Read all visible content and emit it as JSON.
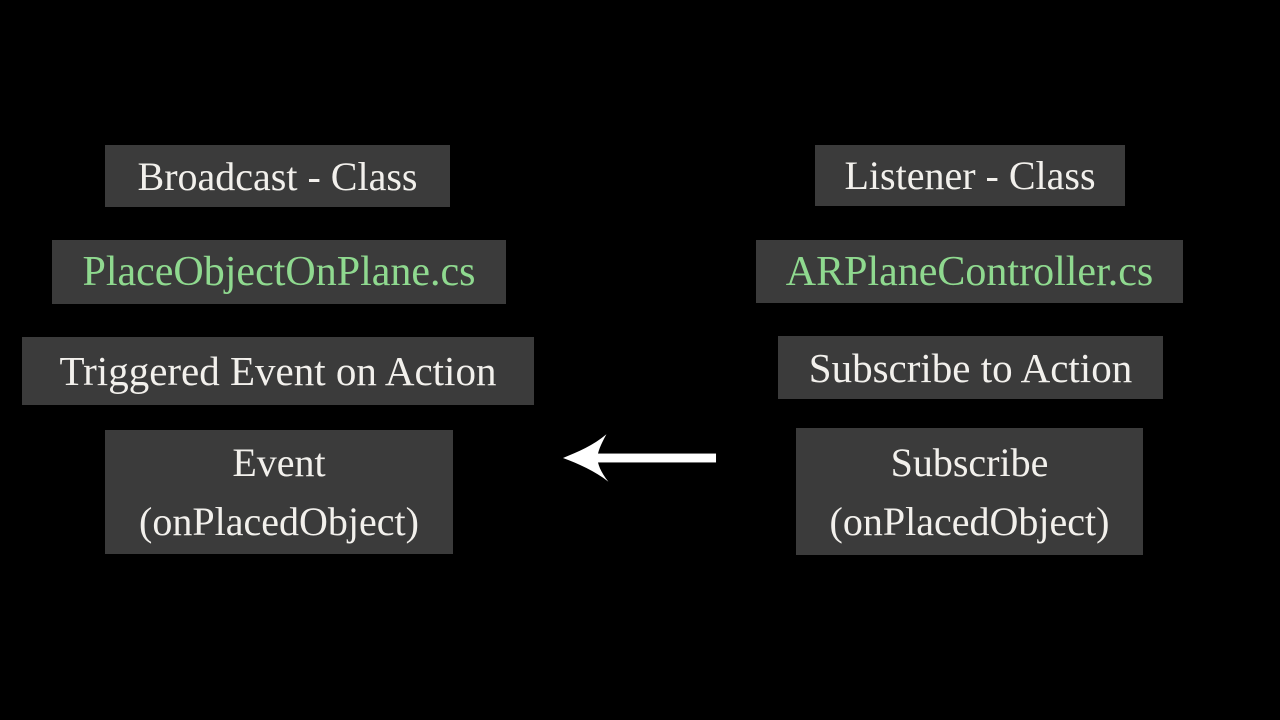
{
  "colors": {
    "bg": "#000000",
    "box_bg": "#3b3b3b",
    "text": "#f2f0ec",
    "green": "#8fd98f",
    "arrow": "#ffffff"
  },
  "diagram": {
    "left_column": {
      "role_label": "Broadcast - Class",
      "class_file": "PlaceObjectOnPlane.cs",
      "action_label": "Triggered Event on Action",
      "node_line1": "Event",
      "node_line2": "(onPlacedObject)"
    },
    "right_column": {
      "role_label": "Listener - Class",
      "class_file": "ARPlaneController.cs",
      "action_label": "Subscribe to Action",
      "node_line1": "Subscribe",
      "node_line2": "(onPlacedObject)"
    },
    "arrow": {
      "direction": "right-to-left"
    }
  }
}
